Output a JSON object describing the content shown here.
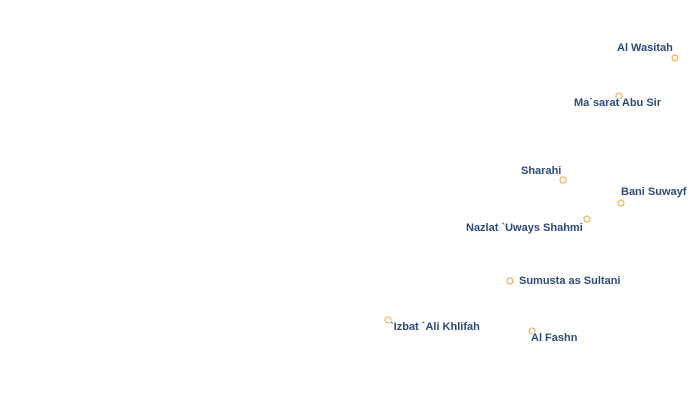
{
  "map": {
    "colors": {
      "label": "#2d4a79",
      "dot": "#e8a33a",
      "halo": "#ffffff",
      "background": "#ffffff"
    },
    "places": [
      {
        "id": "al-wasitah",
        "name": "Al Wasitah"
      },
      {
        "id": "masarat-abu-sir",
        "name": "Ma`sarat Abu Sir"
      },
      {
        "id": "sharahi",
        "name": "Sharahi"
      },
      {
        "id": "bani-suwayf",
        "name": "Bani Suwayf"
      },
      {
        "id": "nazlat-uways-shahmi",
        "name": "Nazlat `Uways Shahmi"
      },
      {
        "id": "sumusta-as-sultani",
        "name": "Sumusta as Sultani"
      },
      {
        "id": "izbat-ali-khlifah",
        "name": "`Izbat `Ali Khlifah"
      },
      {
        "id": "al-fashn",
        "name": "Al Fashn"
      }
    ]
  }
}
